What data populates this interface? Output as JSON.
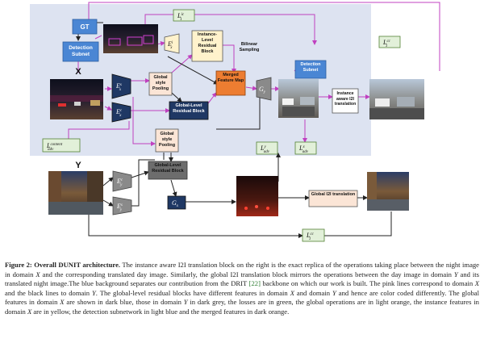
{
  "diagram": {
    "gt_label": "GT",
    "detection_subnet_label": "Detection Subnet",
    "detection_subnet_right_label": "Detection Subnet",
    "x_label": "X",
    "y_label": "Y",
    "enc_ex_i_base": "E",
    "enc_ex_i_sup": "i",
    "enc_ex_i_sub": "x",
    "enc_ex_s_base": "E",
    "enc_ex_s_sup": "s",
    "enc_ex_s_sub": "x",
    "enc_ex_c_base": "E",
    "enc_ex_c_sup": "c",
    "enc_ex_c_sub": "x",
    "enc_ey_c_base": "E",
    "enc_ey_c_sup": "c",
    "enc_ey_c_sub": "y",
    "enc_ey_s_base": "E",
    "enc_ey_s_sup": "s",
    "enc_ey_s_sub": "y",
    "gen_gy_base": "G",
    "gen_gy_sub": "y",
    "gen_gx_base": "G",
    "gen_gx_sub": "x",
    "instance_res_block": "Instance-Level Residual Block",
    "bilinear_sampling": "Bilinear Sampling",
    "merged_feature_map": "Merged Feature Map",
    "global_style_pooling_top": "Global style Pooling",
    "global_style_pooling_bottom": "Global style Pooling",
    "global_res_block_top": "Global-Level Residual Block",
    "global_res_block_bottom": "Global-Level Residual Block",
    "instance_i2i": "Instance aware I2I translation",
    "global_i2i": "Global I2I translation",
    "loss_l1_ic_base": "L",
    "loss_l1_ic_sup": "ic",
    "loss_l1_ic_sub": "1",
    "loss_l1_cc_right_base": "L",
    "loss_l1_cc_right_sup": "cc",
    "loss_l1_cc_right_sub": "1",
    "loss_content_base": "L",
    "loss_content_sup": "content",
    "loss_content_sub": "adv",
    "loss_adv_y_base": "L",
    "loss_adv_y_sup": "y",
    "loss_adv_y_sub": "adv",
    "loss_adv_x_base": "L",
    "loss_adv_x_sup": "x",
    "loss_adv_x_sub": "adv",
    "loss_l1_cc_bottom_base": "L",
    "loss_l1_cc_bottom_sup": "cc",
    "loss_l1_cc_bottom_sub": "1"
  },
  "caption": {
    "head": "Figure 2: Overall DUNIT architecture.",
    "p1": " The instance aware I2I translation block on the right is the exact replica of the operations taking place between the night image in domain ",
    "var_x1": "X",
    "p2": " and the corresponding translated day image. Similarly, the global I2I translation block mirrors the operations between the day image in domain ",
    "var_y1": "Y",
    "p3": " and its translated night image.The blue background separates our contribution from the DRIT ",
    "ref": "[22]",
    "p4": " backbone on which our work is built. The pink lines correspond to domain ",
    "var_x2": "X",
    "p5": " and the black lines to domain ",
    "var_y2": "Y",
    "p6": ". The global-level residual blocks have different features in domain ",
    "var_x3": "X",
    "p7": " and domain ",
    "var_y3": "Y",
    "p8": " and hence are color coded differently. The global features in domain ",
    "var_x4": "X",
    "p9": " are shown in dark blue, those in domain ",
    "var_y4": "Y",
    "p10": " in dark grey, the losses are in green, the global operations are in light orange, the instance features in domain ",
    "var_x5": "X",
    "p11": " are in yellow, the detection subnetwork in light blue and the merged features in dark orange."
  },
  "colors": {
    "blue_background": "#dde3f1",
    "detection_blue": "#4a86d4",
    "global_x_dark_blue": "#1f3864",
    "global_y_dark_grey": "#6d6d6d",
    "loss_green_fill": "#e2f0d9",
    "loss_green_border": "#548235",
    "light_orange": "#fbe5d6",
    "instance_yellow": "#fff2cc",
    "merged_dark_orange": "#ed7d31",
    "pink_line": "#c040c0",
    "black_line": "#222222",
    "encoder_grey": "#8a8a8a"
  }
}
